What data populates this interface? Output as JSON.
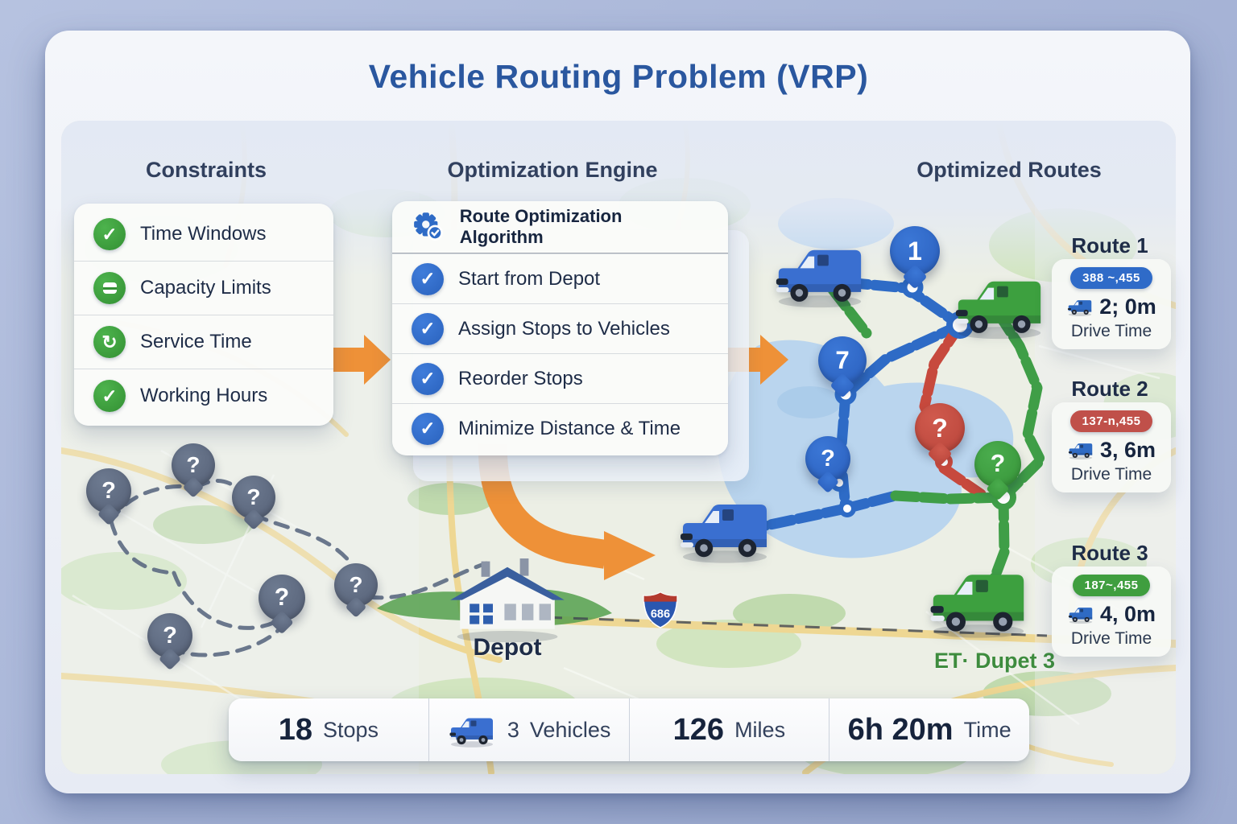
{
  "title": "Vehicle Routing Problem (VRP)",
  "theme": {
    "background": "#a9b6d8",
    "card": "#eef1f7",
    "title_color": "#2a579f",
    "accent_green": "#3f9e3f",
    "accent_blue": "#2e6bc6",
    "accent_red": "#c0504a",
    "accent_orange": "#ee9138",
    "unassigned_pin_gray": "#5e6a7e",
    "text_dark": "#1e2c47"
  },
  "sections": {
    "constraints": {
      "heading": "Constraints",
      "items": [
        {
          "icon": "check-icon",
          "label": "Time Windows"
        },
        {
          "icon": "capacity-box-icon",
          "label": "Capacity Limits"
        },
        {
          "icon": "service-time-icon",
          "label": "Service Time"
        },
        {
          "icon": "check-icon",
          "label": "Working Hours"
        }
      ]
    },
    "engine": {
      "heading": "Optimization Engine",
      "header": {
        "icon": "gear-check-icon",
        "label": "Route Optimization Algorithm"
      },
      "steps": [
        {
          "icon": "check-icon",
          "label": "Start from Depot"
        },
        {
          "icon": "check-icon",
          "label": "Assign Stops to Vehicles"
        },
        {
          "icon": "check-icon",
          "label": "Reorder Stops"
        },
        {
          "icon": "check-icon",
          "label": "Minimize Distance & Time"
        }
      ]
    },
    "routes": {
      "heading": "Optimized Routes",
      "cards": [
        {
          "name": "Route 1",
          "badge": "388 ~,455",
          "badge_color": "#2f6bc8",
          "icon": "truck-icon",
          "time": "2; 0m",
          "time_label": "Drive Time"
        },
        {
          "name": "Route 2",
          "badge": "137-n,455",
          "badge_color": "#c0504a",
          "icon": "truck-icon",
          "time": "3, 6m",
          "time_label": "Drive Time"
        },
        {
          "name": "Route 3",
          "badge": "187~,455",
          "badge_color": "#3f9e3f",
          "icon": "truck-icon",
          "time": "4, 0m",
          "time_label": "Drive Time"
        }
      ]
    }
  },
  "map": {
    "depot_label": "Depot",
    "depot3_label": "ET· Dupet 3",
    "highway_shield": "686",
    "unassigned_pins": [
      {
        "label": "?"
      },
      {
        "label": "?"
      },
      {
        "label": "?"
      },
      {
        "label": "?"
      },
      {
        "label": "?"
      },
      {
        "label": "?"
      }
    ],
    "route_pins": [
      {
        "label": "1",
        "color": "blue"
      },
      {
        "label": "7",
        "color": "blue"
      },
      {
        "label": "?",
        "color": "blue"
      },
      {
        "label": "?",
        "color": "red"
      },
      {
        "label": "?",
        "color": "green"
      }
    ]
  },
  "stats": [
    {
      "value": "18",
      "label": "Stops"
    },
    {
      "value": "3",
      "label": "Vehicles",
      "icon": "van-icon"
    },
    {
      "value": "126",
      "label": "Miles"
    },
    {
      "value": "6h 20m",
      "label": "Time"
    }
  ]
}
